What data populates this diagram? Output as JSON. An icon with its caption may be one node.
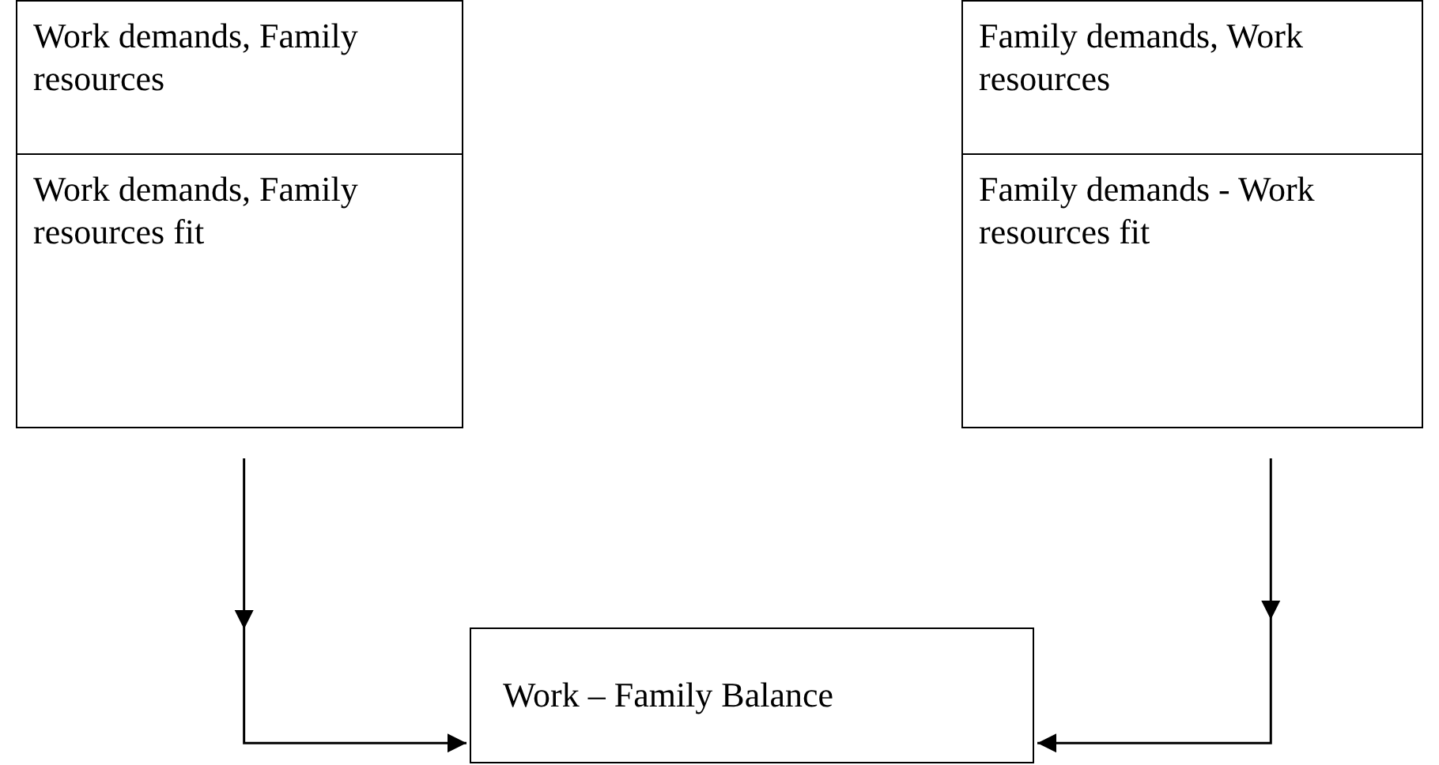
{
  "diagram": {
    "nodes": [
      {
        "text": [
          "Work demands, Family resources",
          "Work demands, Family resources fit"
        ]
      },
      {
        "text": [
          "Family demands, Work resources",
          "Family demands - Work resources fit"
        ]
      },
      {
        "text": [
          "Work – Family Balance"
        ]
      }
    ],
    "edges": [
      {
        "from": 0,
        "to": 2,
        "arrow": "to"
      },
      {
        "from": 1,
        "to": 2,
        "arrow": "to"
      }
    ]
  }
}
